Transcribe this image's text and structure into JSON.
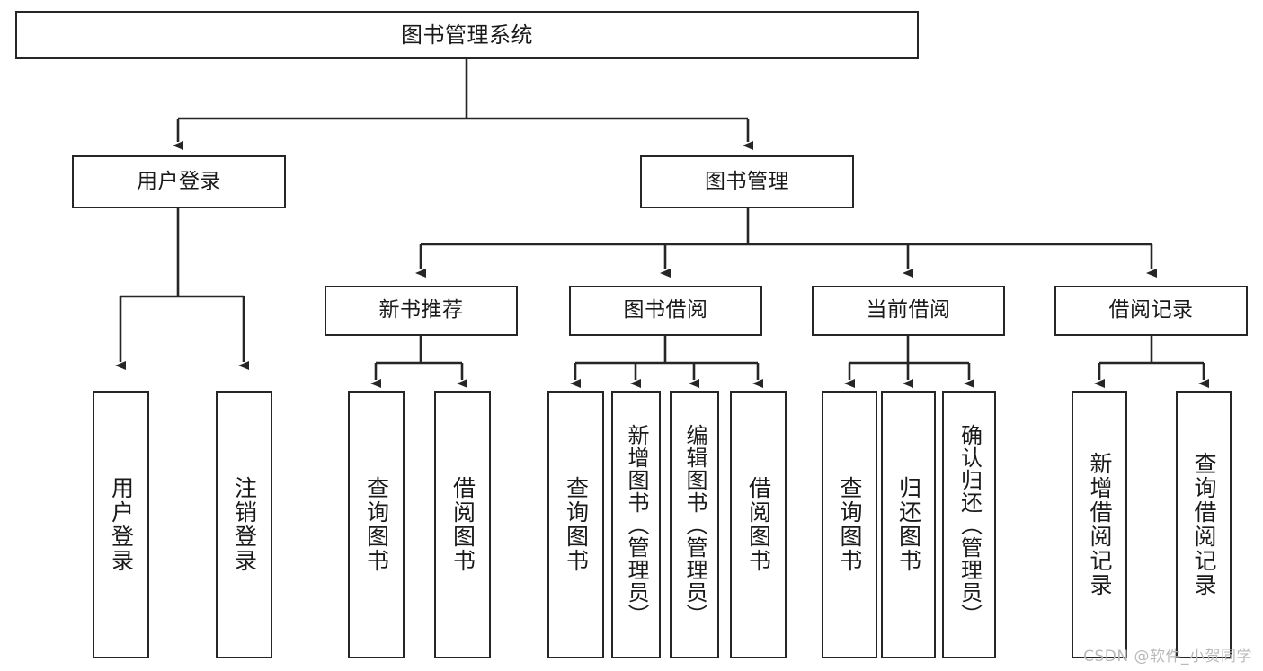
{
  "diagram": {
    "title": "图书管理系统",
    "type": "tree",
    "watermark": "CSDN @软件_小贺同学",
    "colors": {
      "box_border": "#262626",
      "box_fill": "#ffffff",
      "text": "#1a1a1a",
      "connector": "#262626",
      "watermark": "#b9b9b9",
      "background": "#ffffff"
    },
    "nodes": {
      "root": {
        "label": "图书管理系统"
      },
      "level1": [
        {
          "label": "用户登录"
        },
        {
          "label": "图书管理"
        }
      ],
      "level2": [
        {
          "label": "新书推荐"
        },
        {
          "label": "图书借阅"
        },
        {
          "label": "当前借阅"
        },
        {
          "label": "借阅记录"
        }
      ],
      "leaves": {
        "user_login": [
          {
            "label": "用户登录"
          },
          {
            "label": "注销登录"
          }
        ],
        "new_book_recommend": [
          {
            "label": "查询图书"
          },
          {
            "label": "借阅图书"
          }
        ],
        "book_borrow": [
          {
            "label": "查询图书"
          },
          {
            "label": "新增图书（管理员）"
          },
          {
            "label": "编辑图书（管理员）"
          },
          {
            "label": "借阅图书"
          }
        ],
        "current_borrow": [
          {
            "label": "查询图书"
          },
          {
            "label": "归还图书"
          },
          {
            "label": "确认归还（管理员）"
          }
        ],
        "borrow_record": [
          {
            "label": "新增借阅记录"
          },
          {
            "label": "查询借阅记录"
          }
        ]
      }
    }
  }
}
